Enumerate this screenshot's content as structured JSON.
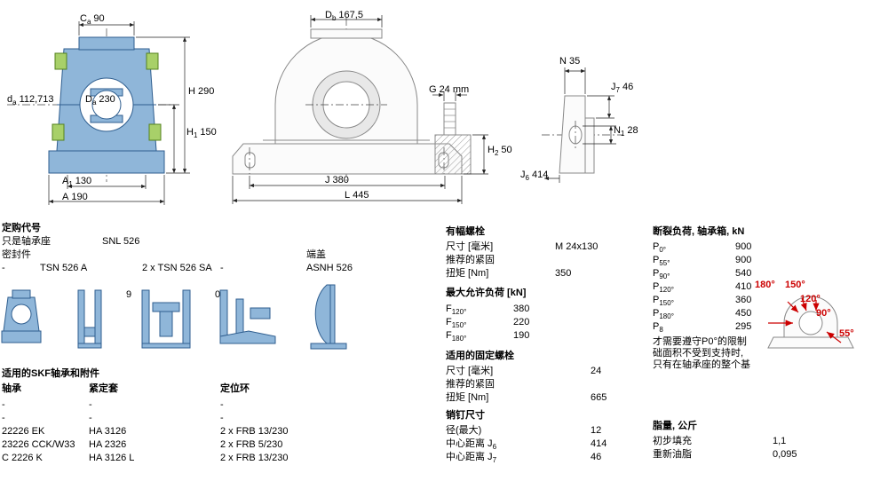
{
  "colors": {
    "housing_blue": "#8FB6D9",
    "seal_green": "#A8D069",
    "outline_gray": "#888888",
    "accent_red": "#cc0000"
  },
  "dims": {
    "ca": {
      "b": "C",
      "s": "a",
      "v": "90"
    },
    "h": {
      "b": "H",
      "s": "",
      "v": "290"
    },
    "da_small": {
      "b": "d",
      "s": "a",
      "v": "112,713"
    },
    "da_big": {
      "b": "D",
      "s": "a",
      "v": "230"
    },
    "h1": {
      "b": "H",
      "s": "1",
      "v": "150"
    },
    "a1": {
      "b": "A",
      "s": "1",
      "v": "130"
    },
    "a": {
      "b": "A",
      "s": "",
      "v": "190"
    },
    "db": {
      "b": "D",
      "s": "b",
      "v": "167,5"
    },
    "g": {
      "b": "G",
      "s": "",
      "v": "24 mm"
    },
    "h2": {
      "b": "H",
      "s": "2",
      "v": "50"
    },
    "j": {
      "b": "J",
      "s": "",
      "v": "380"
    },
    "l": {
      "b": "L",
      "s": "",
      "v": "445"
    },
    "n": {
      "b": "N",
      "s": "",
      "v": "35"
    },
    "j7": {
      "b": "J",
      "s": "7",
      "v": "46"
    },
    "n1": {
      "b": "N",
      "s": "1",
      "v": "28"
    },
    "j6": {
      "b": "J",
      "s": "6",
      "v": "414"
    }
  },
  "ordering": {
    "title": "定购代号",
    "housing_only_label": "只是轴承座",
    "housing_only_value": "SNL 526",
    "seals_label": "密封件",
    "end_cover_label": "端盖",
    "seal_options": [
      "-",
      "TSN 526 A",
      "2 x TSN 526 SA",
      "-"
    ],
    "end_cover_value": "ASNH 526",
    "digit_left": "9",
    "digit_right": "0"
  },
  "bearings": {
    "title": "适用的SKF轴承和附件",
    "headers": [
      "轴承",
      "紧定套",
      "定位环"
    ],
    "rows": [
      [
        "-",
        "-",
        "-"
      ],
      [
        "-",
        "-",
        "-"
      ],
      [
        "22226 EK",
        "HA 3126",
        "2 x FRB 13/230"
      ],
      [
        "23226 CCK/W33",
        "HA 2326",
        "2 x FRB 5/230"
      ],
      [
        "C 2226 K",
        "HA 3126 L",
        "2 x FRB 13/230"
      ]
    ]
  },
  "attachment_bolts": {
    "title": "有幅螺栓",
    "size_label": "尺寸 [毫米]",
    "size_value": "M 24x130",
    "recommend_label": "推荐的紧固",
    "torque_label": "扭矩 [Nm]",
    "torque_value": "350"
  },
  "max_load": {
    "title": "最大允许负荷 [kN]",
    "rows": [
      {
        "b": "F",
        "s": "120°",
        "v": "380"
      },
      {
        "b": "F",
        "s": "150°",
        "v": "220"
      },
      {
        "b": "F",
        "s": "180°",
        "v": "190"
      }
    ]
  },
  "cap_bolts": {
    "title": "适用的固定螺栓",
    "size_label": "尺寸 [毫米]",
    "size_value": "24",
    "recommend_label": "推荐的紧固",
    "torque_label": "扭矩 [Nm]",
    "torque_value": "665"
  },
  "pins": {
    "title": "销钉尺寸",
    "rows": [
      {
        "label": "径(最大)",
        "sub": "",
        "v": "12"
      },
      {
        "label": "中心距离 J",
        "sub": "6",
        "v": "414"
      },
      {
        "label": "中心距离 J",
        "sub": "7",
        "v": "46"
      }
    ]
  },
  "breaking": {
    "title": "断裂负荷, 轴承箱, kN",
    "rows": [
      {
        "b": "P",
        "s": "0°",
        "v": "900"
      },
      {
        "b": "P",
        "s": "55°",
        "v": "900"
      },
      {
        "b": "P",
        "s": "90°",
        "v": "540"
      },
      {
        "b": "P",
        "s": "120°",
        "v": "410"
      },
      {
        "b": "P",
        "s": "150°",
        "v": "360"
      },
      {
        "b": "P",
        "s": "180°",
        "v": "450"
      },
      {
        "b": "P",
        "s": "8",
        "v": "295"
      }
    ],
    "note_lines": [
      "才需要遵守P0°的限制",
      "础面积不受到支持时,",
      "只有在轴承座的整个基"
    ]
  },
  "angles": {
    "labels": [
      "180°",
      "150°",
      "120°",
      "90°",
      "55°"
    ]
  },
  "grease": {
    "title": "脂量, 公斤",
    "rows": [
      {
        "label": "初步填充",
        "v": "1,1"
      },
      {
        "label": "重新油脂",
        "v": "0,095"
      }
    ]
  }
}
